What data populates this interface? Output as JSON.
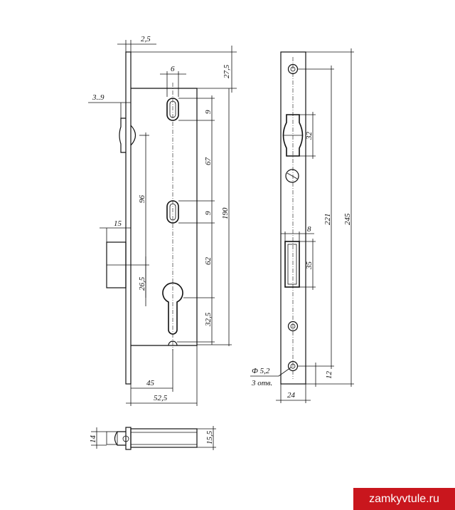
{
  "dimensions": {
    "d_2_5": "2,5",
    "d_6": "6",
    "d_27_5": "27,5",
    "d_3_9": "3..9",
    "d_9a": "9",
    "d_67": "67",
    "d_96": "96",
    "d_9b": "9",
    "d_190": "190",
    "d_15": "15",
    "d_62": "62",
    "d_26_5": "26,5",
    "d_32_5": "32,5",
    "d_45": "45",
    "d_52_5": "52,5",
    "d_32": "32",
    "d_221": "221",
    "d_245": "245",
    "d_8": "8",
    "d_35": "35",
    "d_hole_dia": "Ф 5,2",
    "d_hole_count": "3 отв.",
    "d_12": "12",
    "d_24": "24",
    "d_14": "14",
    "d_15_5": "15,5"
  },
  "watermark": "zamkyvtule.ru",
  "colors": {
    "line": "#111111",
    "watermark_bg": "#c9161d",
    "watermark_text": "#ffffff"
  }
}
